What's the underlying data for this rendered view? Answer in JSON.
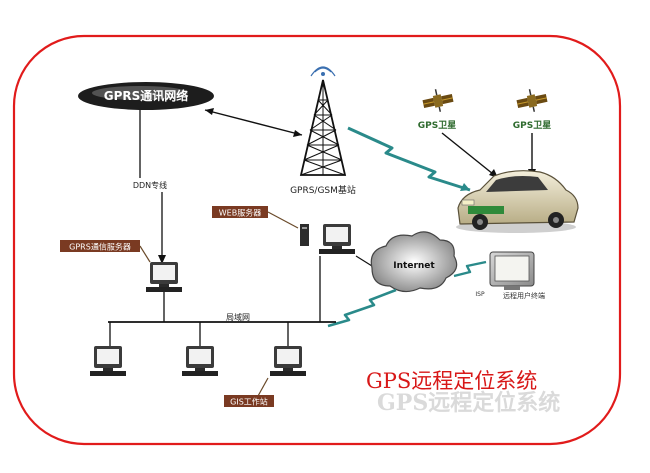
{
  "diagram": {
    "gprs_network": "GPRS通讯网络",
    "ddn_line": "DDN专线",
    "base_station": "GPRS/GSM基站",
    "satellite_1": "GPS卫星",
    "satellite_2": "GPS卫星",
    "gprs_server": "GPRS通信服务器",
    "web_server": "WEB服务器",
    "internet": "Internet",
    "lan": "局域网",
    "gis_workstation": "GIS工作站",
    "remote_client": "远程用户终端",
    "isp": "ISP",
    "caption": "GPS远程定位系统",
    "caption_shadow": "GPS远程定位系统"
  },
  "colors": {
    "frame": "#e11b1b",
    "caption": "#d81818",
    "label_box": "#7a3a22",
    "satellite": "#2f6b2f",
    "wireless": "#2a8a8a"
  }
}
